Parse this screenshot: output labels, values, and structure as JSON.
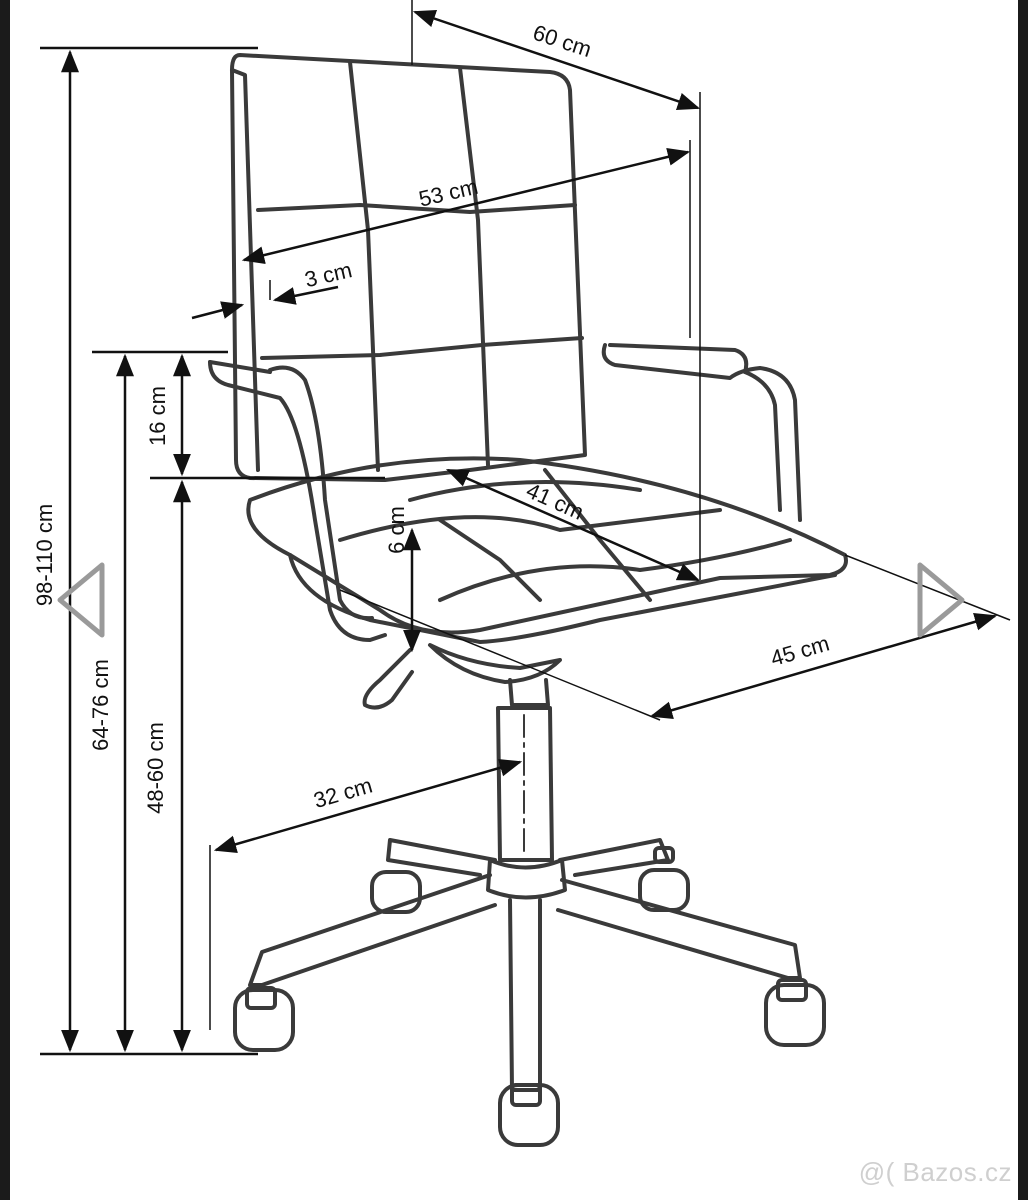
{
  "dimensions": {
    "total_height": "98-110 cm",
    "armrest_height": "64-76 cm",
    "seat_height": "48-60 cm",
    "armrest_above_seat": "16 cm",
    "seat_thickness": "6 cm",
    "total_width": "60 cm",
    "back_width": "53 cm",
    "back_thickness": "3 cm",
    "seat_depth": "41 cm",
    "seat_width": "45 cm",
    "base_radius": "32 cm"
  },
  "navigation": {
    "prev_icon": "triangle-left-icon",
    "next_icon": "triangle-right-icon"
  },
  "watermark": "@( Bazos.cz",
  "colors": {
    "line": "#111111",
    "chair_outline": "#3a3a3a",
    "nav_arrow": "#9a9a9a",
    "watermark": "#cfcfcf"
  }
}
